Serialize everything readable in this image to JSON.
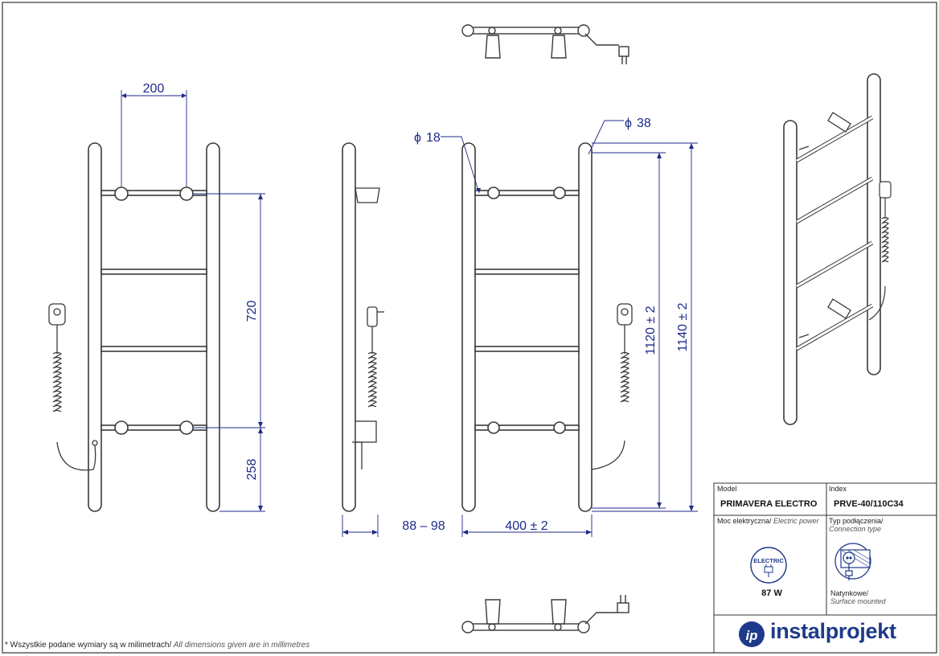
{
  "dimensions": {
    "rail_spacing": "200",
    "rail_pitch": "720",
    "bottom_offset": "258",
    "depth": "88 – 98",
    "width": "400  ± 2",
    "height_inner": "1120 ± 2",
    "height_outer": "1140 ± 2",
    "diameter_rail": "18",
    "diameter_post": "38",
    "diameter_symbol": "ϕ"
  },
  "title_block": {
    "model_label": "Model",
    "model_value": "PRIMAVERA ELECTRO",
    "index_label": "Index",
    "index_value": "PRVE-40/110C34",
    "power_label_pl": "Moc elektryczna/",
    "power_label_en": " Electric power",
    "power_badge": "ELECTRIC",
    "power_value": "87 W",
    "connection_label_pl": "Typ podłączenia/",
    "connection_label_en": "Connection type",
    "mount_pl": "Natynkowe/",
    "mount_en": "Surface mounted",
    "brand_name": "instalprojekt",
    "brand_logo_letters": "ip"
  },
  "footnote": {
    "pl": "* Wszystkie podane wymiary są w milimetrach/",
    "en": " All dimensions given are in millimetres"
  },
  "colors": {
    "dimension_ink": "#1f2a8a",
    "drawing_ink": "#3a3a3a",
    "brand": "#1e3a8a"
  }
}
